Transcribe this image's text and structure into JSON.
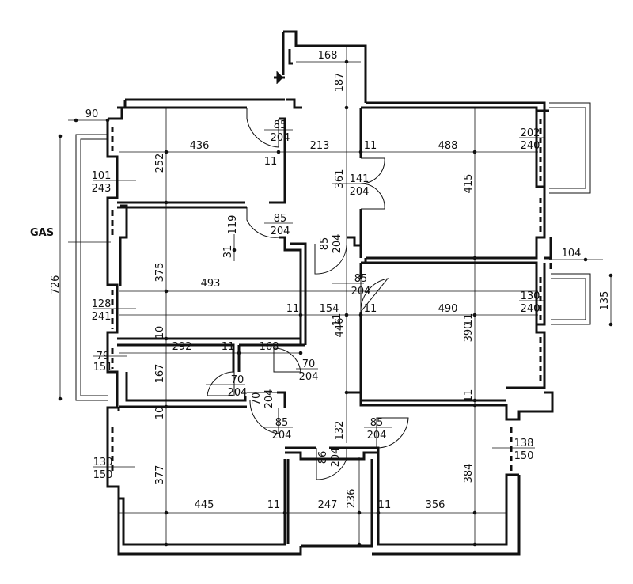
{
  "annotations": {
    "gas": "GAS",
    "overall_height": "726",
    "width_top_left": "90",
    "width_right_balcony": "104",
    "balcony_depth": "135"
  },
  "room_widths": {
    "upper_left": "436",
    "hall_top": "213",
    "upper_right": "488",
    "mid_left": "493",
    "hall_mid": "154",
    "mid_right": "490",
    "bath": "292",
    "wc": "168",
    "lower_left": "445",
    "lower_mid": "247",
    "lower_right": "356",
    "entry": "168"
  },
  "room_heights": {
    "entry": "187",
    "upper_left": "252",
    "hall_upper": "361",
    "upper_right": "415",
    "niche": "119",
    "step": "31",
    "mid_left": "375",
    "hall_mid": "446",
    "mid_right": "390",
    "bath": "167",
    "lower_left": "377",
    "hall_lower": "132",
    "lower_mid": "236",
    "lower_right": "384"
  },
  "wall_thickness": {
    "t1": "11",
    "t2": "11",
    "t3": "11",
    "t4": "11",
    "t5": "11",
    "t6": "11",
    "t7": "11",
    "t8": "11",
    "t9": "11",
    "t10": "11",
    "t11": "10",
    "t12": "10"
  },
  "doors": [
    {
      "width": "85",
      "height": "204"
    },
    {
      "width": "141",
      "height": "204"
    },
    {
      "width": "85",
      "height": "204"
    },
    {
      "width": "85",
      "height": "204"
    },
    {
      "width": "85",
      "height": "204"
    },
    {
      "width": "70",
      "height": "204"
    },
    {
      "width": "70",
      "height": "204"
    },
    {
      "width": "70",
      "height": "204"
    },
    {
      "width": "85",
      "height": "204"
    },
    {
      "width": "85",
      "height": "204"
    },
    {
      "width": "86",
      "height": "204"
    }
  ],
  "windows": [
    {
      "width": "202",
      "height": "240"
    },
    {
      "width": "101",
      "height": "243"
    },
    {
      "width": "128",
      "height": "241"
    },
    {
      "width": "130",
      "height": "240"
    },
    {
      "width": "79",
      "height": "151"
    },
    {
      "width": "130",
      "height": "150"
    },
    {
      "width": "138",
      "height": "150"
    }
  ]
}
